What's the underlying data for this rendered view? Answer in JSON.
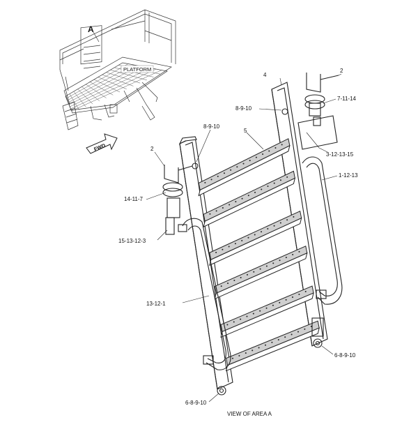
{
  "figure": {
    "area_marker": "A",
    "platform_label": "PLATFORM",
    "direction_label": "FWD",
    "view_caption": "VIEW OF AREA A"
  },
  "callouts": [
    {
      "id": "c-2-right",
      "text": "2"
    },
    {
      "id": "c-4",
      "text": "4"
    },
    {
      "id": "c-7-11-14",
      "text": "7-11-14"
    },
    {
      "id": "c-8-9-10-top",
      "text": "8-9-10"
    },
    {
      "id": "c-8-9-10-left",
      "text": "8-9-10"
    },
    {
      "id": "c-5",
      "text": "5"
    },
    {
      "id": "c-3-12-13-15",
      "text": "3-12-13-15"
    },
    {
      "id": "c-2-left",
      "text": "2"
    },
    {
      "id": "c-1-12-13",
      "text": "1-12-13"
    },
    {
      "id": "c-14-11-7",
      "text": "14-11-7"
    },
    {
      "id": "c-15-13-12-3",
      "text": "15-13-12-3"
    },
    {
      "id": "c-13-12-1",
      "text": "13-12-1"
    },
    {
      "id": "c-6-8-9-10-right",
      "text": "6-8-9-10"
    },
    {
      "id": "c-6-8-9-10-bottom",
      "text": "6-8-9-10"
    }
  ]
}
